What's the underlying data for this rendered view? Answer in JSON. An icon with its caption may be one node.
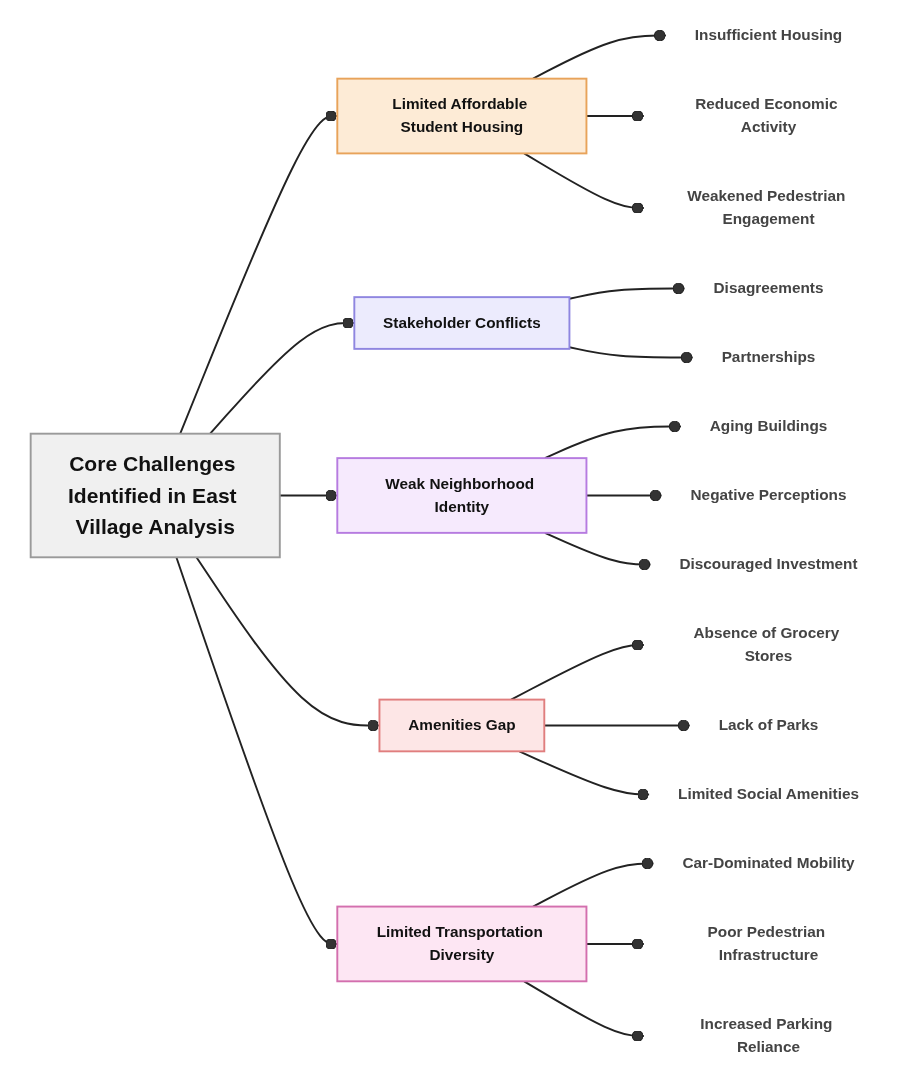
{
  "diagram": {
    "nodes": [
      {
        "text": [
          "Core Challenges Identified in East Village Analysis"
        ]
      },
      {
        "text": [
          "Limited Affordable Student Housing"
        ]
      },
      {
        "text": [
          "Insufficient Housing"
        ]
      },
      {
        "text": [
          "Reduced Economic Activity"
        ]
      },
      {
        "text": [
          "Weakened Pedestrian Engagement"
        ]
      },
      {
        "text": [
          "Stakeholder Conflicts"
        ]
      },
      {
        "text": [
          "Disagreements"
        ]
      },
      {
        "text": [
          "Partnerships"
        ]
      },
      {
        "text": [
          "Weak Neighborhood Identity"
        ]
      },
      {
        "text": [
          "Aging Buildings"
        ]
      },
      {
        "text": [
          "Negative Perceptions"
        ]
      },
      {
        "text": [
          "Discouraged Investment"
        ]
      },
      {
        "text": [
          "Amenities Gap"
        ]
      },
      {
        "text": [
          "Absence of Grocery Stores"
        ]
      },
      {
        "text": [
          "Lack of Parks"
        ]
      },
      {
        "text": [
          "Limited Social Amenities"
        ]
      },
      {
        "text": [
          "Limited Transportation Diversity"
        ]
      },
      {
        "text": [
          "Car-Dominated Mobility"
        ]
      },
      {
        "text": [
          "Poor Pedestrian Infrastructure"
        ]
      },
      {
        "text": [
          "Increased Parking Reliance"
        ]
      }
    ],
    "edges": [
      {
        "from": 0,
        "to": 1,
        "arrow": "other"
      },
      {
        "from": 1,
        "to": 2,
        "arrow": "other"
      },
      {
        "from": 1,
        "to": 3,
        "arrow": "other"
      },
      {
        "from": 1,
        "to": 4,
        "arrow": "other"
      },
      {
        "from": 0,
        "to": 5,
        "arrow": "other"
      },
      {
        "from": 5,
        "to": 6,
        "arrow": "other"
      },
      {
        "from": 5,
        "to": 7,
        "arrow": "other"
      },
      {
        "from": 0,
        "to": 8,
        "arrow": "other"
      },
      {
        "from": 8,
        "to": 9,
        "arrow": "other"
      },
      {
        "from": 8,
        "to": 10,
        "arrow": "other"
      },
      {
        "from": 8,
        "to": 11,
        "arrow": "other"
      },
      {
        "from": 0,
        "to": 12,
        "arrow": "other"
      },
      {
        "from": 12,
        "to": 13,
        "arrow": "other"
      },
      {
        "from": 12,
        "to": 14,
        "arrow": "other"
      },
      {
        "from": 12,
        "to": 15,
        "arrow": "other"
      },
      {
        "from": 0,
        "to": 16,
        "arrow": "other"
      },
      {
        "from": 16,
        "to": 17,
        "arrow": "other"
      },
      {
        "from": 16,
        "to": 18,
        "arrow": "other"
      },
      {
        "from": 16,
        "to": 19,
        "arrow": "other"
      }
    ]
  }
}
